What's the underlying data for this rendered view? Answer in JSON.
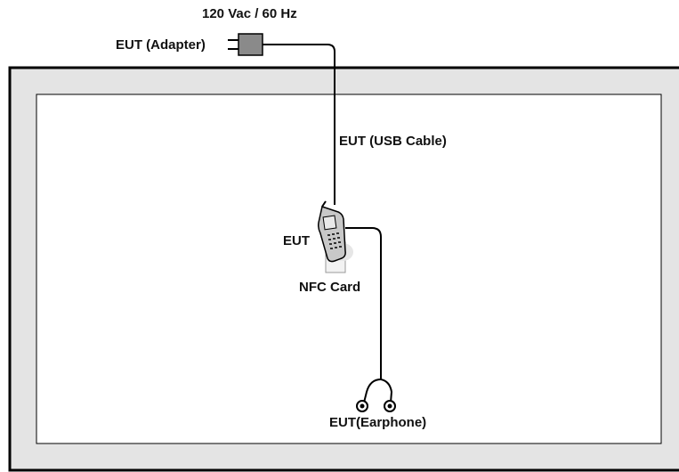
{
  "labels": {
    "power": "120 Vac / 60 Hz",
    "adapter": "EUT (Adapter)",
    "usb_cable": "EUT (USB Cable)",
    "eut": "EUT",
    "nfc_card": "NFC Card",
    "earphone": "EUT(Earphone)"
  },
  "colors": {
    "outer_frame_fill": "#e4e4e4",
    "frame_stroke": "#000000",
    "inner_area_fill": "#ffffff",
    "adapter_fill": "#8a8a8a",
    "cable": "#000000",
    "phone_body": "#c8c8c8",
    "phone_screen": "#e8e8e8",
    "card_fill": "#f2f2f2"
  },
  "icons": {
    "adapter": "adapter-plug-icon",
    "phone": "mobile-phone-icon",
    "card": "nfc-card-icon",
    "earphone_left": "earphone-left-icon",
    "earphone_right": "earphone-right-icon"
  }
}
